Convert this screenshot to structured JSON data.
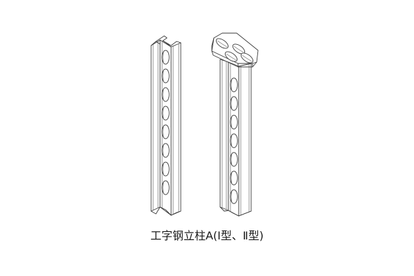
{
  "figure": {
    "caption": "工字钢立柱A(Ⅰ型、Ⅱ型)",
    "background": "#ffffff",
    "line_color": "#3a3a3a"
  },
  "columns": [
    {
      "name": "Type I column",
      "hole_count": 8,
      "top": "open I-beam section end"
    },
    {
      "name": "Type II column",
      "hole_count": 7,
      "top": "octagonal cap plate with 4 slotted holes"
    }
  ]
}
